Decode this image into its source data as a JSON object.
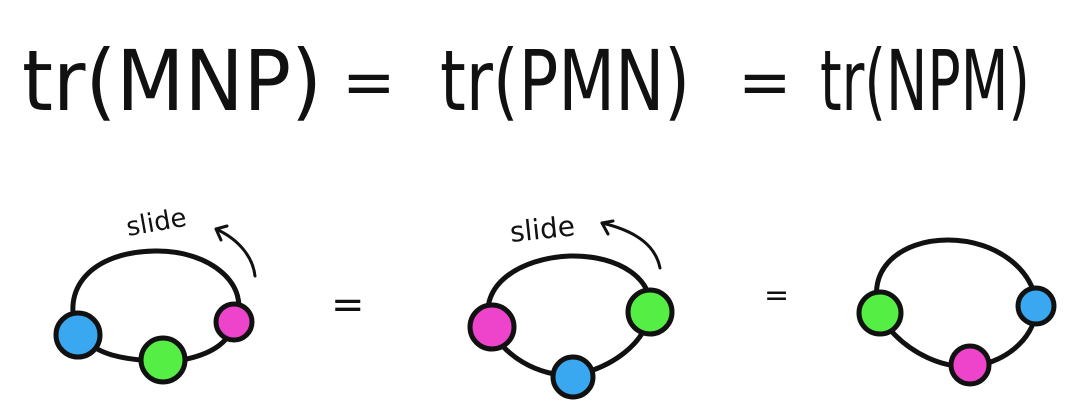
{
  "equation": {
    "terms": [
      "tr(MNP)",
      "tr(PMN)",
      "tr(NPM)"
    ],
    "equals": "="
  },
  "colors": {
    "ink": "#111111",
    "blue": "#3aa8f0",
    "green": "#55ee44",
    "magenta": "#ee44cc"
  },
  "diagrams": [
    {
      "annotation": "slide",
      "beads": [
        "blue",
        "green",
        "magenta"
      ]
    },
    {
      "annotation": "slide",
      "beads": [
        "magenta",
        "blue",
        "green"
      ]
    },
    {
      "annotation": "",
      "beads": [
        "green",
        "magenta",
        "blue"
      ]
    }
  ],
  "between_equals": [
    "=",
    "="
  ]
}
